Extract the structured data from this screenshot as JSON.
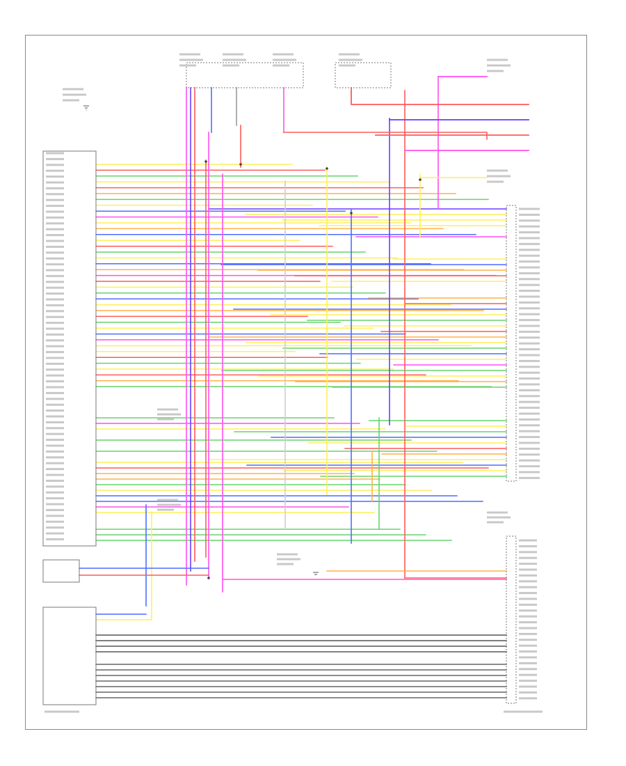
{
  "diagram": {
    "footer_code": "",
    "colors": {
      "red": "#ff5a5a",
      "pink": "#ff4ff0",
      "violet": "#6a3cff",
      "blue": "#4f6cff",
      "green": "#67d36b",
      "yellow": "#ffef5a",
      "orange": "#ffb14a",
      "gray": "#9a9a9a",
      "black": "#555555",
      "lightgray": "#cfcfcf"
    },
    "components": [
      "fuse-block-top-left",
      "fuse-block-top-right",
      "shift-interlock-top-right",
      "transmission-control-unit",
      "automatic-transmission-connector",
      "neutral-safety-switch",
      "speed-sensor",
      "transmission-fluid-temp",
      "transmission-range-sensor-connector",
      "ground-top-left",
      "ground-bottom-center"
    ]
  }
}
